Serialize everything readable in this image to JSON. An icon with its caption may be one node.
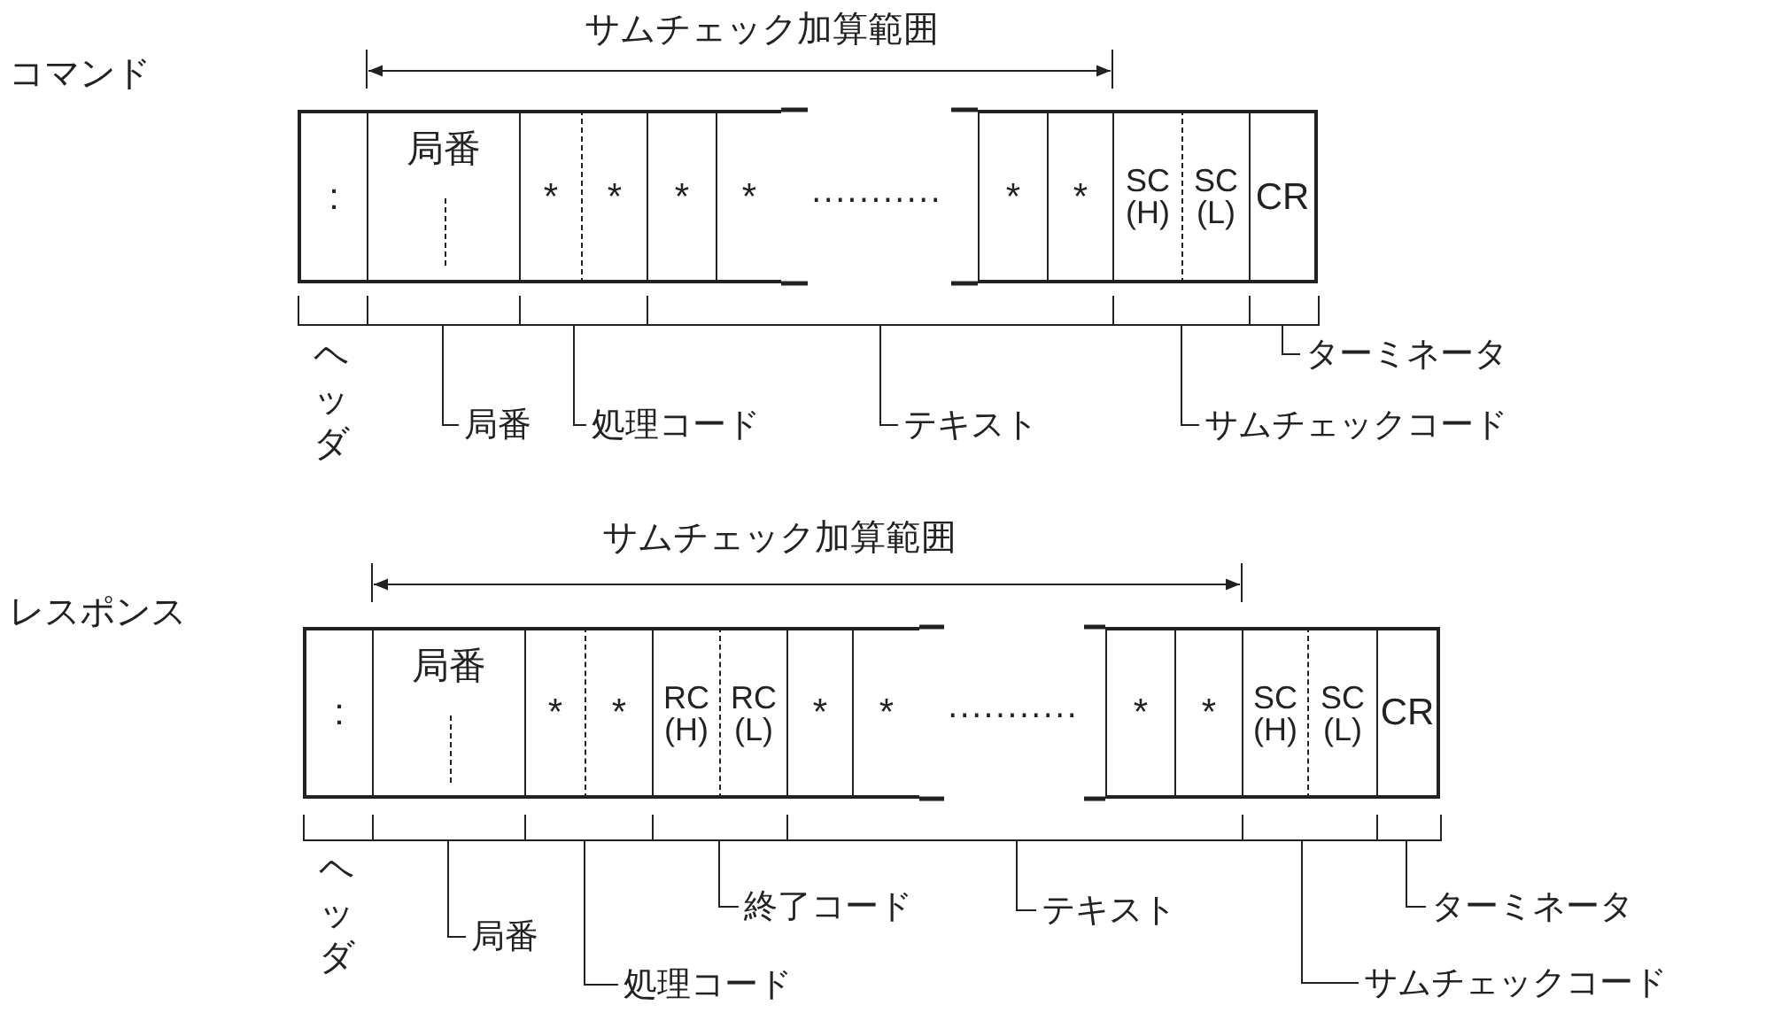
{
  "diagram": {
    "nodes": [
      {
        "text": [
          ":"
        ]
      },
      {
        "text": [
          "局番"
        ]
      },
      {
        "text": [
          "*"
        ]
      },
      {
        "text": [
          "*"
        ]
      },
      {
        "text": [
          "*"
        ]
      },
      {
        "text": [
          "*"
        ]
      },
      {
        "text": [
          "*"
        ]
      },
      {
        "text": [
          "*"
        ]
      },
      {
        "text": [
          "SC (H)"
        ]
      },
      {
        "text": [
          "SC (L)"
        ]
      },
      {
        "text": [
          "CR"
        ]
      },
      {
        "text": [
          "局番"
        ]
      },
      {
        "text": [
          "処理コード"
        ]
      },
      {
        "text": [
          "テキスト"
        ]
      },
      {
        "text": [
          "サムチェックコード"
        ]
      },
      {
        "text": [
          "ターミネータ"
        ]
      },
      {
        "text": [
          ":"
        ]
      },
      {
        "text": [
          "局番"
        ]
      },
      {
        "text": [
          "*"
        ]
      },
      {
        "text": [
          "*"
        ]
      },
      {
        "text": [
          "RC (H)"
        ]
      },
      {
        "text": [
          "RC (L)"
        ]
      },
      {
        "text": [
          "*"
        ]
      },
      {
        "text": [
          "*"
        ]
      },
      {
        "text": [
          "*"
        ]
      },
      {
        "text": [
          "*"
        ]
      },
      {
        "text": [
          "SC (H)"
        ]
      },
      {
        "text": [
          "SC (L)"
        ]
      },
      {
        "text": [
          "CR"
        ]
      },
      {
        "text": [
          "局番"
        ]
      },
      {
        "text": [
          "処理コード"
        ]
      },
      {
        "text": [
          "終了コード"
        ]
      },
      {
        "text": [
          "テキスト"
        ]
      },
      {
        "text": [
          "ターミネータ"
        ]
      },
      {
        "text": [
          "サムチェックコード"
        ]
      },
      {
        "text": [],
        "shape": "bracket"
      },
      {
        "text": [],
        "shape": "bracket"
      },
      {
        "text": [],
        "shape": "bracket"
      },
      {
        "text": [],
        "shape": "bracket"
      },
      {
        "text": [],
        "shape": "bracket"
      },
      {
        "text": [],
        "shape": "bracket"
      },
      {
        "text": [],
        "shape": "bracket"
      },
      {
        "text": [],
        "shape": "bracket"
      },
      {
        "text": [],
        "shape": "bracket"
      },
      {
        "text": [],
        "shape": "bracket"
      },
      {
        "text": [],
        "shape": "bracket"
      },
      {
        "text": [],
        "shape": "bracket"
      },
      {
        "text": [],
        "shape": "bracket"
      }
    ],
    "edges": [
      {
        "from": 11,
        "to": 36,
        "arrow": "none"
      },
      {
        "from": 12,
        "to": 37,
        "arrow": "none"
      },
      {
        "from": 13,
        "to": 38,
        "arrow": "none"
      },
      {
        "from": 14,
        "to": 39,
        "arrow": "none"
      },
      {
        "from": 15,
        "to": 40,
        "arrow": "none"
      },
      {
        "from": 29,
        "to": 42,
        "arrow": "none"
      },
      {
        "from": 30,
        "to": 43,
        "arrow": "none"
      },
      {
        "from": 31,
        "to": 44,
        "arrow": "none"
      },
      {
        "from": 32,
        "to": 45,
        "arrow": "none"
      },
      {
        "from": 33,
        "to": 47,
        "arrow": "none"
      },
      {
        "from": 34,
        "to": 46,
        "arrow": "none"
      }
    ],
    "labels": [
      "コマンド",
      "サムチェック加算範囲",
      "...........",
      "ヘッダ",
      "レスポンス",
      "サムチェック加算範囲",
      "...........",
      "ヘッダ"
    ]
  }
}
